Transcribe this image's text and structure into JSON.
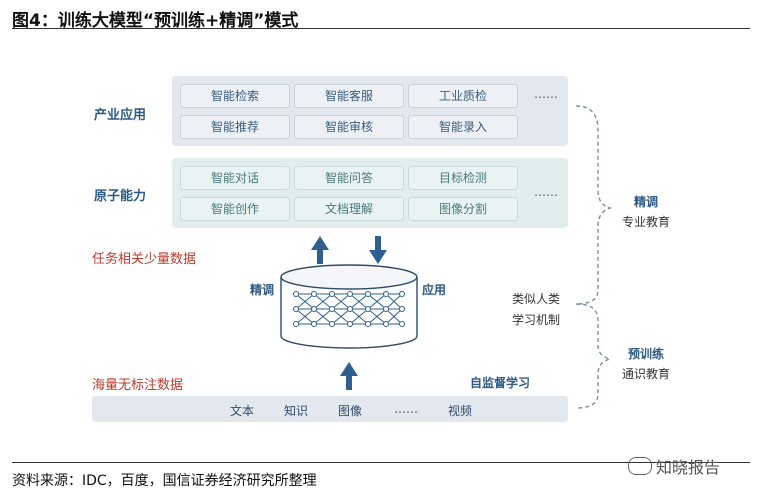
{
  "title": "图4：训练大模型“预训练+精调”模式",
  "industry": {
    "label": "产业应用",
    "chips": [
      "智能检索",
      "智能客服",
      "工业质检",
      "智能推荐",
      "智能审核",
      "智能录入"
    ],
    "more": "……"
  },
  "atomic": {
    "label": "原子能力",
    "chips": [
      "智能对话",
      "智能问答",
      "目标检测",
      "智能创作",
      "文档理解",
      "图像分割"
    ],
    "more": "……"
  },
  "labels": {
    "task_data": "任务相关少量数据",
    "mass_data": "海量无标注数据",
    "finetune": "精调",
    "apply": "应用",
    "self_supervised": "自监督学习",
    "human_like_1": "类似人类",
    "human_like_2": "学习机制"
  },
  "side": {
    "finetune_title": "精调",
    "finetune_sub": "专业教育",
    "pretrain_title": "预训练",
    "pretrain_sub": "通识教育"
  },
  "bottom": {
    "items": [
      "文本",
      "知识",
      "图像",
      "……",
      "视频"
    ]
  },
  "source": "资料来源：IDC，百度，国信证券经济研究所整理",
  "watermark": "知晓报告",
  "colors": {
    "accent_blue": "#2f5a86",
    "arrow_blue": "#2f5f8f",
    "red": "#c0392b"
  }
}
